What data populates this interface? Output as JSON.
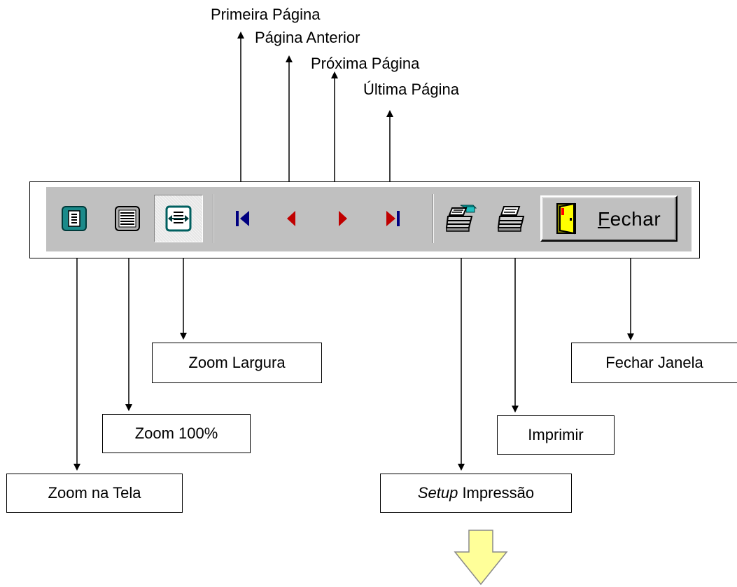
{
  "top_labels": {
    "first": "Primeira Página",
    "prev": "Página Anterior",
    "next": "Próxima Página",
    "last": "Última Página"
  },
  "toolbar": {
    "close_label_mnemonic": "F",
    "close_label_rest": "echar",
    "icons": [
      "zoom-screen-icon",
      "zoom-100-icon",
      "zoom-width-icon",
      "first-page-icon",
      "prev-page-icon",
      "next-page-icon",
      "last-page-icon",
      "print-setup-icon",
      "printer-icon",
      "exit-door-icon"
    ]
  },
  "callouts": {
    "zoom_width": "Zoom Largura",
    "close_window": "Fechar Janela",
    "zoom_100": "Zoom 100%",
    "print": "Imprimir",
    "zoom_screen": "Zoom na Tela",
    "setup_italic": "Setup",
    "setup_rest": " Impressão"
  },
  "colors": {
    "toolbar_bg": "#c0c0c0",
    "nav_blue": "#000080",
    "nav_red": "#c00000",
    "teal": "#008080",
    "yellow_arrow": "#ffff99"
  }
}
